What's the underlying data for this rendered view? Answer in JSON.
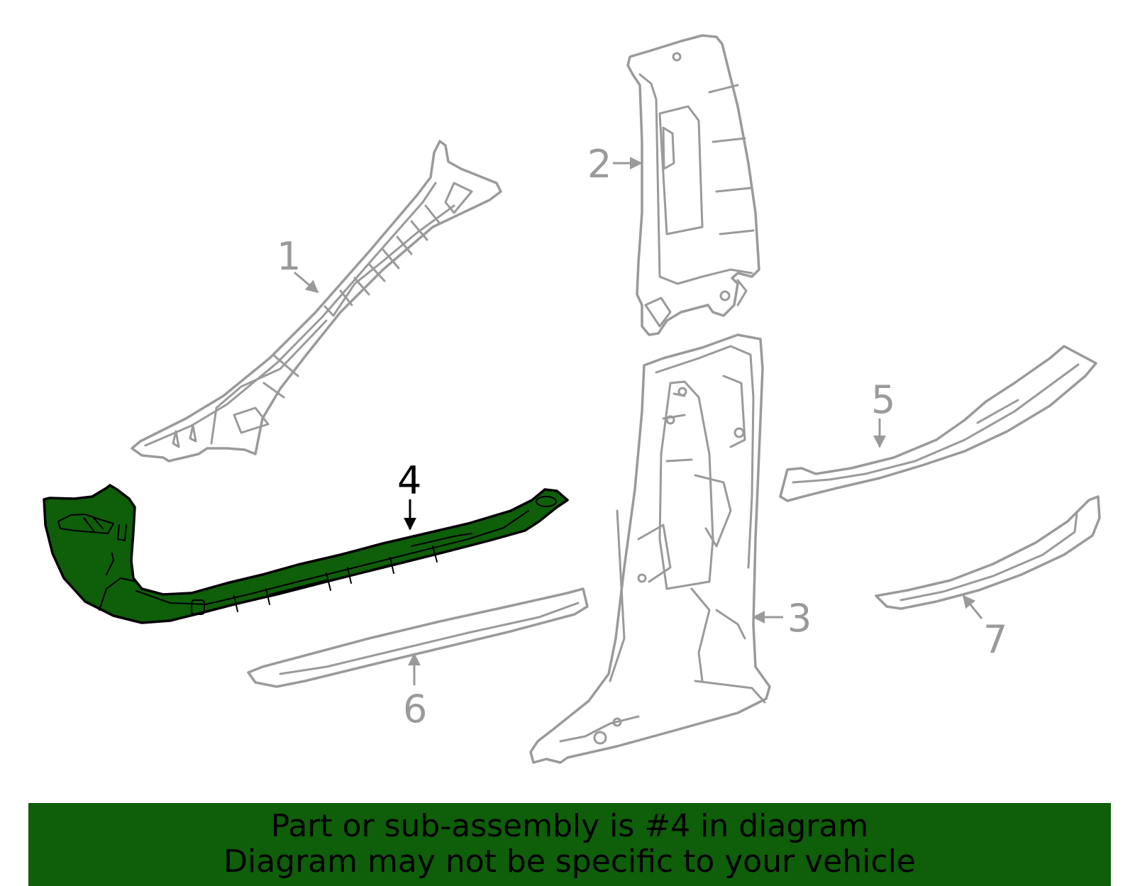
{
  "colors": {
    "highlight": "#0f5e0a",
    "part_outline": "#9a9a9a",
    "highlight_outline": "#000000",
    "banner_background": "#0f5e0a",
    "banner_text": "#000000",
    "callout_default": "#9a9a9a",
    "callout_highlight": "#000000"
  },
  "diagram": {
    "highlighted_part": "4",
    "callouts": [
      {
        "id": "c1",
        "label": "1"
      },
      {
        "id": "c2",
        "label": "2"
      },
      {
        "id": "c3",
        "label": "3"
      },
      {
        "id": "c4",
        "label": "4"
      },
      {
        "id": "c5",
        "label": "5"
      },
      {
        "id": "c6",
        "label": "6"
      },
      {
        "id": "c7",
        "label": "7"
      }
    ]
  },
  "banner": {
    "line1": "Part or sub-assembly is #4 in diagram",
    "line2": "Diagram may not be specific to your vehicle"
  }
}
